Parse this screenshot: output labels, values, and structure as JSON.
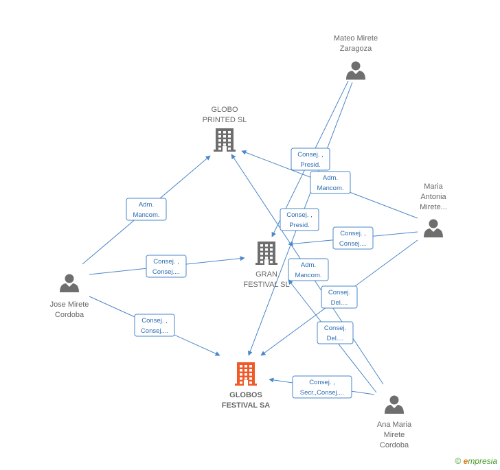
{
  "colors": {
    "edge": "#4a86c8",
    "person": "#6e6e6e",
    "company": "#6e6e6e",
    "focus_company": "#f05a28"
  },
  "nodes": {
    "mateo": {
      "label": [
        "Mateo Mirete",
        "Zaragoza"
      ],
      "icon": "person-icon"
    },
    "maria": {
      "label": [
        "Maria",
        "Antonia",
        "Mirete..."
      ],
      "icon": "person-icon"
    },
    "jose": {
      "label": [
        "Jose Mirete",
        "Cordoba"
      ],
      "icon": "person-icon"
    },
    "ana": {
      "label": [
        "Ana Maria",
        "Mirete",
        "Cordoba"
      ],
      "icon": "person-icon"
    },
    "globo_printed": {
      "label": [
        "GLOBO",
        "PRINTED SL"
      ],
      "icon": "building-icon"
    },
    "gran_festival": {
      "label": [
        "GRAN",
        "FESTIVAL SL"
      ],
      "icon": "building-icon"
    },
    "globos_festival": {
      "label": [
        "GLOBOS",
        "FESTIVAL SA"
      ],
      "icon": "building-icon",
      "focus": true
    }
  },
  "roles": [
    {
      "lines": [
        "Consej. ,",
        "Presid."
      ]
    },
    {
      "lines": [
        "Adm.",
        "Mancom."
      ]
    },
    {
      "lines": [
        "Adm.",
        "Mancom."
      ]
    },
    {
      "lines": [
        "Consej. ,",
        "Presid."
      ]
    },
    {
      "lines": [
        "Consej. ,",
        "Consej...."
      ]
    },
    {
      "lines": [
        "Consej. ,",
        "Consej...."
      ]
    },
    {
      "lines": [
        "Adm.",
        "Mancom."
      ]
    },
    {
      "lines": [
        "Consej.",
        "Del...."
      ]
    },
    {
      "lines": [
        "Consej. ,",
        "Consej...."
      ]
    },
    {
      "lines": [
        "Consej.",
        "Del...."
      ]
    },
    {
      "lines": [
        "Consej. ,",
        "Secr.,Consej...."
      ]
    }
  ],
  "footer": {
    "copyright": "©",
    "brand_first": "e",
    "brand_rest": "mpresia"
  }
}
